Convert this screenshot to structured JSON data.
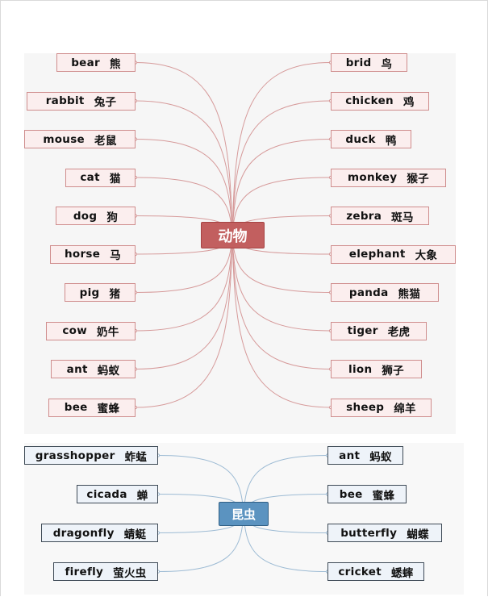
{
  "colors": {
    "animal_hub": "#c25f5f",
    "animal_node_bg": "#fbeeee",
    "animal_link": "#d69a9a",
    "insect_hub": "#5b93c0",
    "insect_node_bg": "#eef3f9",
    "insect_link": "#9dbbd4"
  },
  "animals": {
    "hub": "动物",
    "left": [
      {
        "en": "bear",
        "zh": "熊"
      },
      {
        "en": "rabbit",
        "zh": "兔子"
      },
      {
        "en": "mouse",
        "zh": "老鼠"
      },
      {
        "en": "cat",
        "zh": "猫"
      },
      {
        "en": "dog",
        "zh": "狗"
      },
      {
        "en": "horse",
        "zh": "马"
      },
      {
        "en": "pig",
        "zh": "猪"
      },
      {
        "en": "cow",
        "zh": "奶牛"
      },
      {
        "en": "ant",
        "zh": "蚂蚁"
      },
      {
        "en": "bee",
        "zh": "蜜蜂"
      }
    ],
    "right": [
      {
        "en": "brid",
        "zh": "鸟"
      },
      {
        "en": "chicken",
        "zh": "鸡"
      },
      {
        "en": "duck",
        "zh": "鸭"
      },
      {
        "en": "monkey",
        "zh": "猴子"
      },
      {
        "en": "zebra",
        "zh": "斑马"
      },
      {
        "en": "elephant",
        "zh": "大象"
      },
      {
        "en": "panda",
        "zh": "熊猫"
      },
      {
        "en": "tiger",
        "zh": "老虎"
      },
      {
        "en": "lion",
        "zh": "狮子"
      },
      {
        "en": "sheep",
        "zh": "绵羊"
      }
    ]
  },
  "insects": {
    "hub": "昆虫",
    "left": [
      {
        "en": "grasshopper",
        "zh": "蚱蜢"
      },
      {
        "en": "cicada",
        "zh": "蝉"
      },
      {
        "en": "dragonfly",
        "zh": "蜻蜓"
      },
      {
        "en": "firefly",
        "zh": "萤火虫"
      }
    ],
    "right": [
      {
        "en": "ant",
        "zh": "蚂蚁"
      },
      {
        "en": "bee",
        "zh": "蜜蜂"
      },
      {
        "en": "butterfly",
        "zh": "蝴蝶"
      },
      {
        "en": "cricket",
        "zh": "蟋蟀"
      }
    ]
  }
}
